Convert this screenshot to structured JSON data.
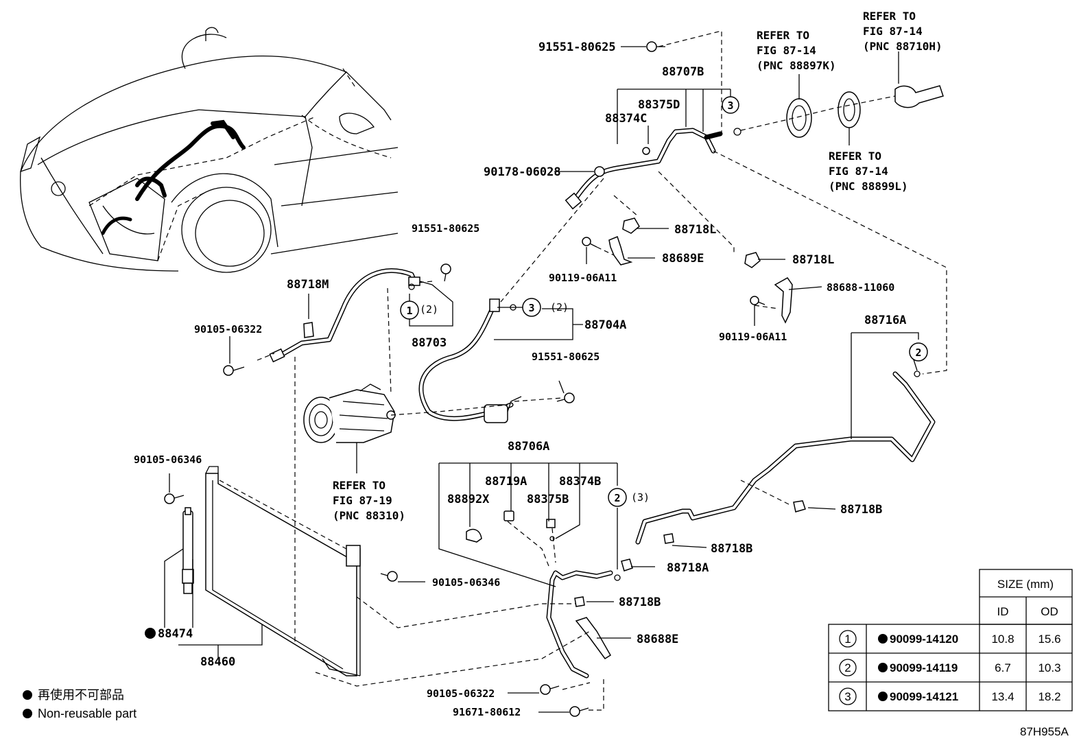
{
  "labels": {
    "p_91551_80625_a": "91551-80625",
    "p_88707B": "88707B",
    "p_88375D": "88375D",
    "p_88374C": "88374C",
    "p_90178_06028": "90178-06028",
    "p_88718L_a": "88718L",
    "p_88689E": "88689E",
    "p_90119_06A11_a": "90119-06A11",
    "p_88718L_b": "88718L",
    "p_88688_11060": "88688-11060",
    "p_90119_06A11_b": "90119-06A11",
    "p_91551_80625_b": "91551-80625",
    "p_88718M": "88718M",
    "p_90105_06322_a": "90105-06322",
    "p_88703": "88703",
    "p_88704A": "88704A",
    "p_91551_80625_c": "91551-80625",
    "p_88716A": "88716A",
    "p_90105_06346_a": "90105-06346",
    "p_88706A": "88706A",
    "p_88719A": "88719A",
    "p_88374B": "88374B",
    "p_88892X": "88892X",
    "p_88375B": "88375B",
    "p_88718B_a": "88718B",
    "p_88718B_b": "88718B",
    "p_88718A": "88718A",
    "p_90105_06346_b": "90105-06346",
    "p_88718B_c": "88718B",
    "p_88688E": "88688E",
    "p_88474": "88474",
    "p_88460": "88460",
    "p_90105_06322_b": "90105-06322",
    "p_91671_80612": "91671-80612",
    "qty_2_a": "(2)",
    "qty_2_b": "(2)",
    "qty_3": "(3)"
  },
  "refs": {
    "ref_88897K": [
      "REFER TO",
      "FIG 87-14",
      "(PNC 88897K)"
    ],
    "ref_88710H": [
      "REFER TO",
      "FIG 87-14",
      "(PNC 88710H)"
    ],
    "ref_88899L": [
      "REFER TO",
      "FIG 87-14",
      "(PNC 88899L)"
    ],
    "ref_88310": [
      "REFER TO",
      "FIG 87-19",
      "(PNC 88310)"
    ]
  },
  "circle_numbers": [
    "1",
    "2",
    "3"
  ],
  "legend": {
    "jp": "再使用不可部品",
    "en": "Non-reusable part"
  },
  "size_table": {
    "header": "SIZE (mm)",
    "col_id": "ID",
    "col_od": "OD",
    "rows": [
      {
        "num": "1",
        "part": "90099-14120",
        "id": "10.8",
        "od": "15.6"
      },
      {
        "num": "2",
        "part": "90099-14119",
        "id": "6.7",
        "od": "10.3"
      },
      {
        "num": "3",
        "part": "90099-14121",
        "id": "13.4",
        "od": "18.2"
      }
    ]
  },
  "figure_code": "87H955A"
}
